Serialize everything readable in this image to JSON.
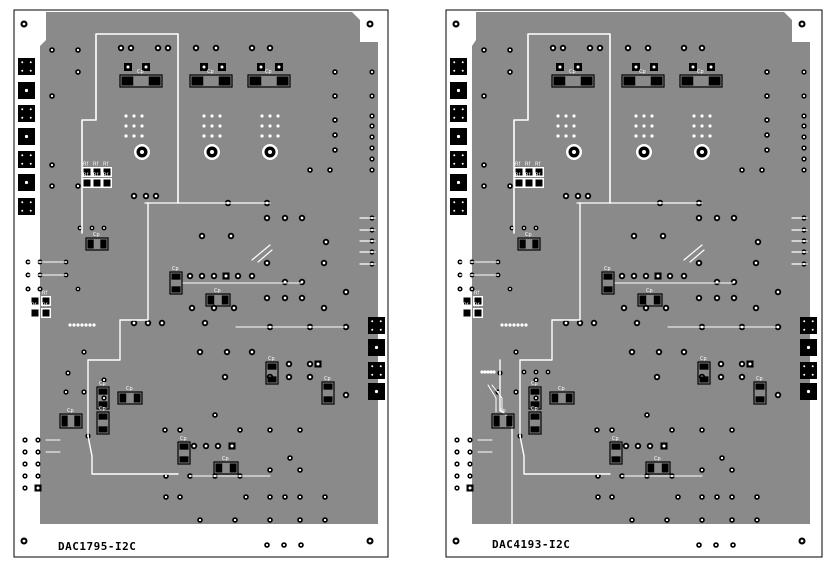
{
  "boards": [
    {
      "id": "left",
      "label": "DAC1795-I2C",
      "cap_designators": [
        "Cp",
        "Cp",
        "Cp",
        "Cp",
        "Cp",
        "Cp",
        "Cp",
        "Cp",
        "Cp",
        "Cp",
        "Cp",
        "Cp"
      ],
      "resistor_designators": [
        "Rf",
        "Rf",
        "Rf",
        "Rf",
        "Rf",
        "Rf"
      ],
      "variant": "single-opamp"
    },
    {
      "id": "right",
      "label": "DAC4193-I2C",
      "cap_designators": [
        "Cp",
        "Cp",
        "Cp",
        "Cp",
        "Cp",
        "Cp",
        "Cp",
        "Cp",
        "Cp",
        "Cp",
        "Cp",
        "Cp"
      ],
      "resistor_designators": [
        "Rf",
        "Rf",
        "Rf",
        "Rf",
        "Rf",
        "Rf"
      ],
      "variant": "dual-i2c"
    }
  ],
  "colors": {
    "background": "#ffffff",
    "copper_pour": "#8a8a8a",
    "outline": "#000000",
    "pad": "#000000",
    "drill": "#ffffff",
    "trace": "#ffffff"
  }
}
